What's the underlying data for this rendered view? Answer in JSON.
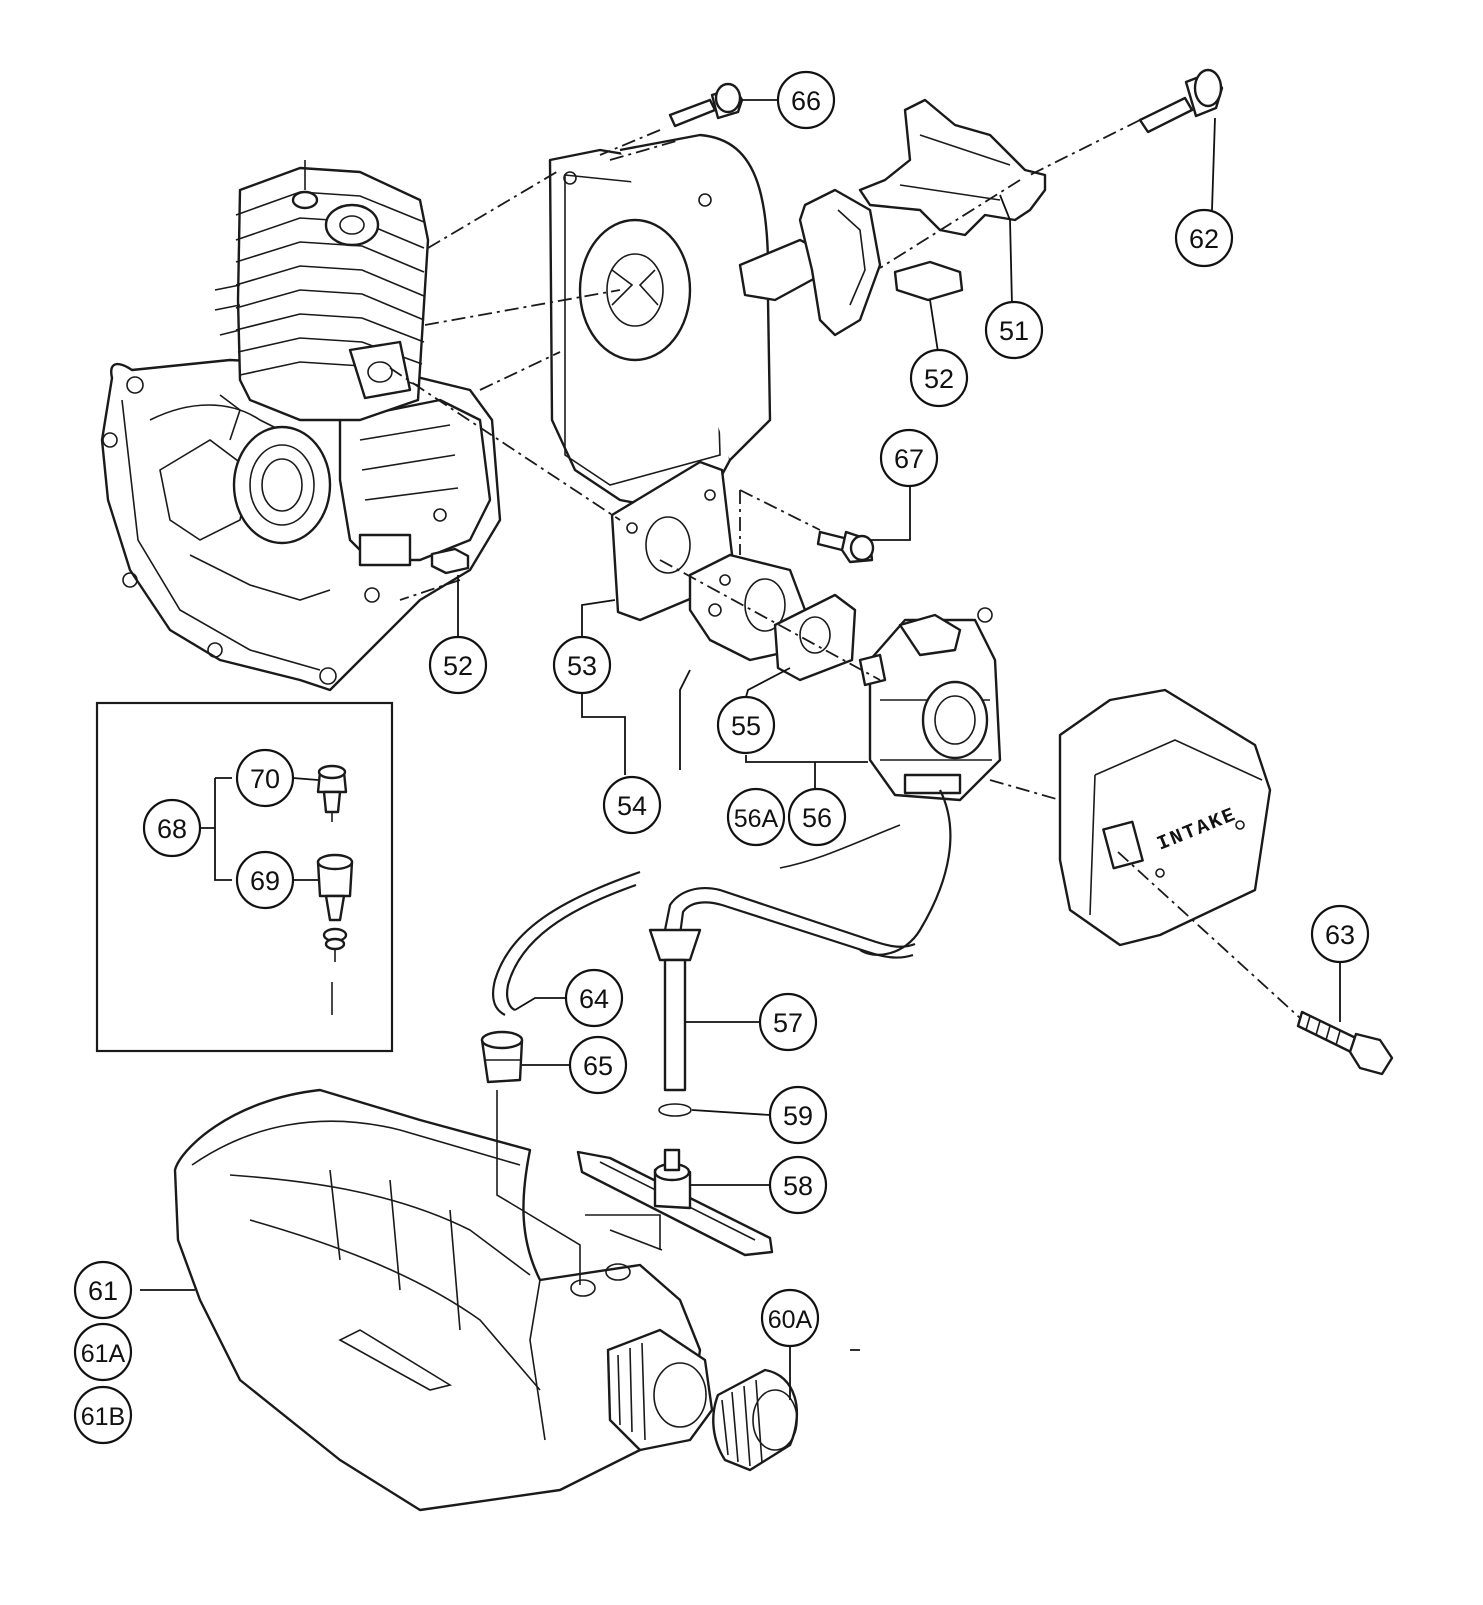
{
  "diagram": {
    "callouts": [
      {
        "id": "c66",
        "label": "66"
      },
      {
        "id": "c62",
        "label": "62"
      },
      {
        "id": "c51",
        "label": "51"
      },
      {
        "id": "c52a",
        "label": "52"
      },
      {
        "id": "c67",
        "label": "67"
      },
      {
        "id": "c52b",
        "label": "52"
      },
      {
        "id": "c53",
        "label": "53"
      },
      {
        "id": "c55",
        "label": "55"
      },
      {
        "id": "c54",
        "label": "54"
      },
      {
        "id": "c56a",
        "label": "56A"
      },
      {
        "id": "c56",
        "label": "56"
      },
      {
        "id": "c70",
        "label": "70"
      },
      {
        "id": "c68",
        "label": "68"
      },
      {
        "id": "c69",
        "label": "69"
      },
      {
        "id": "c63",
        "label": "63"
      },
      {
        "id": "c64",
        "label": "64"
      },
      {
        "id": "c57",
        "label": "57"
      },
      {
        "id": "c65",
        "label": "65"
      },
      {
        "id": "c59",
        "label": "59"
      },
      {
        "id": "c58",
        "label": "58"
      },
      {
        "id": "c61",
        "label": "61"
      },
      {
        "id": "c61a",
        "label": "61A"
      },
      {
        "id": "c61b",
        "label": "61B"
      },
      {
        "id": "c60a",
        "label": "60A"
      }
    ],
    "air_cover_text": "INTAKE"
  }
}
